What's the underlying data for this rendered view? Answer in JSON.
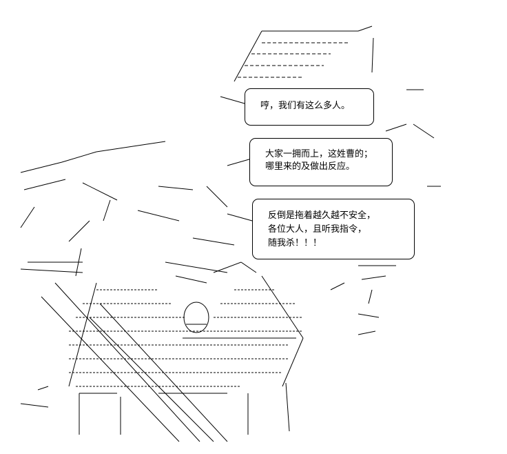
{
  "speech_bubbles": [
    {
      "lines": [
        "哼，我们有这么多人。"
      ]
    },
    {
      "lines": [
        "大家一拥而上，这姓曹的；",
        "哪里来的及做出反应。"
      ]
    },
    {
      "lines": [
        "反倒是拖着越久越不安全，",
        "各位大人，且听我指令，",
        "随我杀！！！"
      ]
    }
  ],
  "colors": {
    "ink": "#000000",
    "background": "#ffffff"
  }
}
